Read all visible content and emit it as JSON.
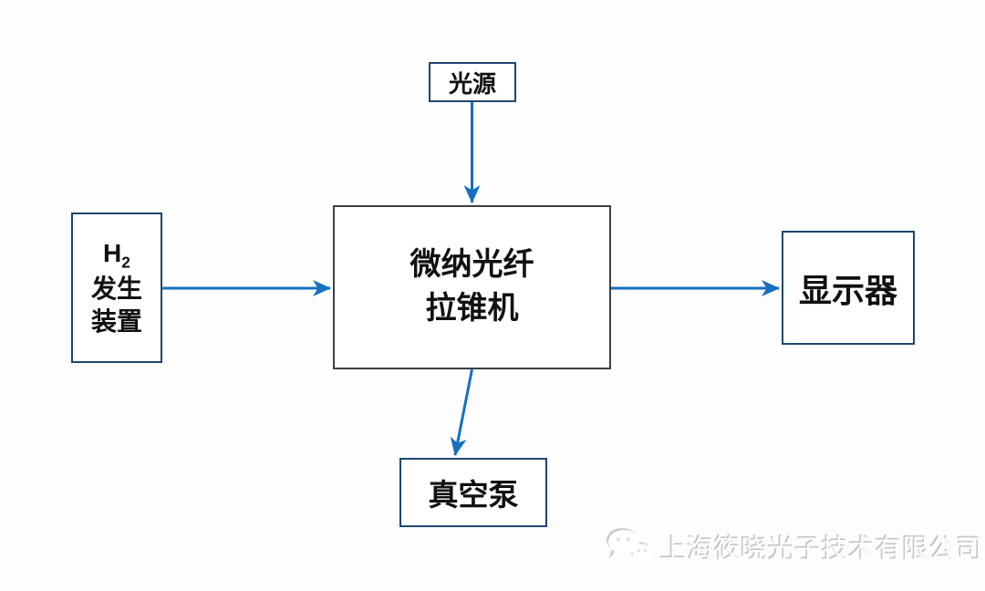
{
  "page": {
    "background_color": "#fdfdfd"
  },
  "diagram": {
    "type": "flowchart",
    "nodes": [
      {
        "id": "light-source",
        "label": "光源"
      },
      {
        "id": "h2-generator",
        "formula_base": "H",
        "formula_sub": "2",
        "line2": "发生",
        "line3": "装置"
      },
      {
        "id": "taper-machine",
        "line1": "微纳光纤",
        "line2": "拉锥机"
      },
      {
        "id": "display",
        "label": "显示器"
      },
      {
        "id": "vacuum-pump",
        "label": "真空泵"
      }
    ],
    "edges": [
      {
        "from": "light-source",
        "to": "taper-machine",
        "direction": "down"
      },
      {
        "from": "h2-generator",
        "to": "taper-machine",
        "direction": "right"
      },
      {
        "from": "taper-machine",
        "to": "display",
        "direction": "right"
      },
      {
        "from": "taper-machine",
        "to": "vacuum-pump",
        "direction": "down"
      }
    ],
    "colors": {
      "arrow": "#1470c0",
      "outer_box_border": "#1c4670",
      "center_box_border": "#3d4147",
      "box_fill": "#ffffff",
      "label_text": "#111111"
    }
  },
  "watermark": {
    "icon": "wechat-bubbles-icon",
    "company": "上海筱晓光子技术有限公司"
  }
}
